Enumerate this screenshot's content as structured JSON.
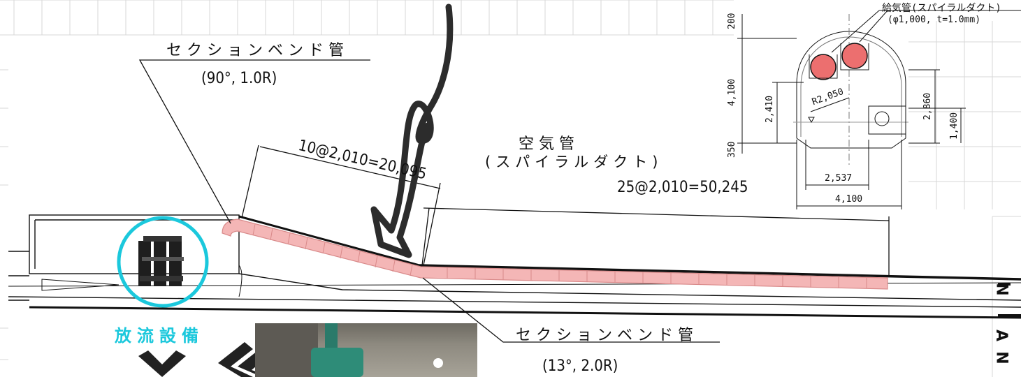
{
  "labels": {
    "bend_top_title": "セクションベンド管",
    "bend_top_spec": "(90°, 1.0R)",
    "dim_steep": "10@2,010=20,095",
    "air_pipe_title": "空気管",
    "air_pipe_sub": "(スパイラルダクト)",
    "dim_long": "25@2,010=50,245",
    "bend_bottom_title": "セクションベンド管",
    "bend_bottom_spec": "(13°, 2.0R)",
    "discharge": "放流設備"
  },
  "section": {
    "supply_pipe_title": "給気管(スパイラルダクト)",
    "supply_pipe_spec": "(φ1,000, t=1.0mm)",
    "dims": {
      "d200": "200",
      "d4100_v": "4,100",
      "d350": "350",
      "d2410": "2,410",
      "r2050": "R2,050",
      "d2860": "2,860",
      "d1400": "1,400",
      "d2537": "2,537",
      "d4100_h": "4,100"
    }
  },
  "compass": {
    "letters": [
      "N",
      "A",
      "N"
    ]
  },
  "colors": {
    "pipe_fill": "#f4b6b6",
    "pipe_edge": "#d98a8a",
    "red_circle": "#ec6f6f",
    "accent_cyan": "#1bc8dc",
    "arrow_dark": "#2c2c2c"
  },
  "icons": [
    "curved-arrow-icon",
    "double-chevron-icon",
    "discharge-equipment-icon"
  ]
}
